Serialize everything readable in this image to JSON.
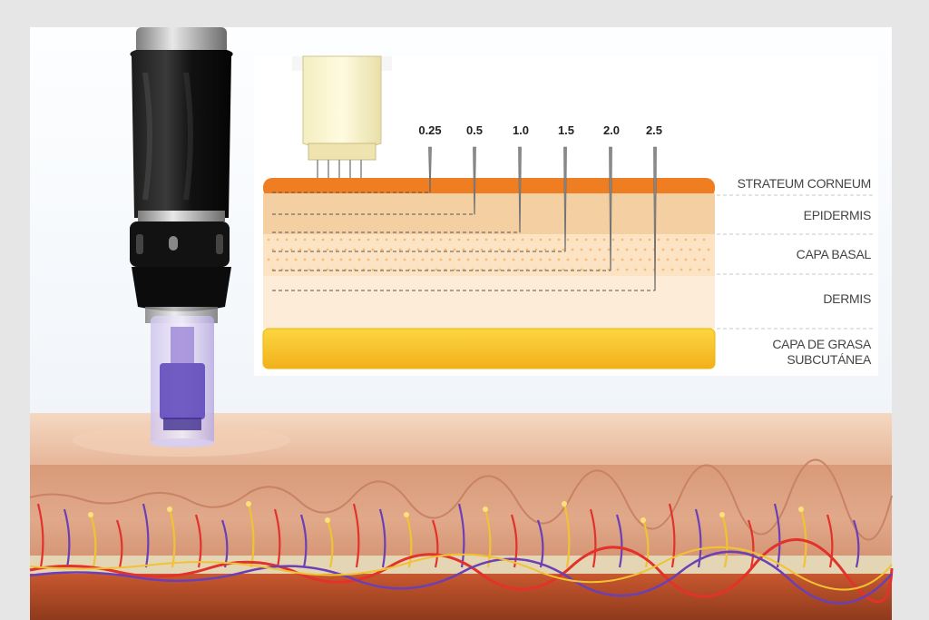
{
  "depths": [
    {
      "label": "0.25"
    },
    {
      "label": "0.5"
    },
    {
      "label": "1.0"
    },
    {
      "label": "1.5"
    },
    {
      "label": "2.0"
    },
    {
      "label": "2.5"
    }
  ],
  "layers": [
    {
      "label": "STRATEUM CORNEUM"
    },
    {
      "label": "EPIDERMIS"
    },
    {
      "label": "CAPA BASAL"
    },
    {
      "label": "DERMIS"
    },
    {
      "label": "CAPA DE GRASA",
      "label2": "SUBCUTÁNEA"
    }
  ],
  "colors": {
    "stratum": "#ee7a1e",
    "epidermis": "#f3cfa4",
    "basal": "#fbe2c2",
    "dermis": "#fdebd6",
    "fat": "#fbcf1d",
    "handpiece": "#111111",
    "cartridge": "#7a5fc6"
  }
}
